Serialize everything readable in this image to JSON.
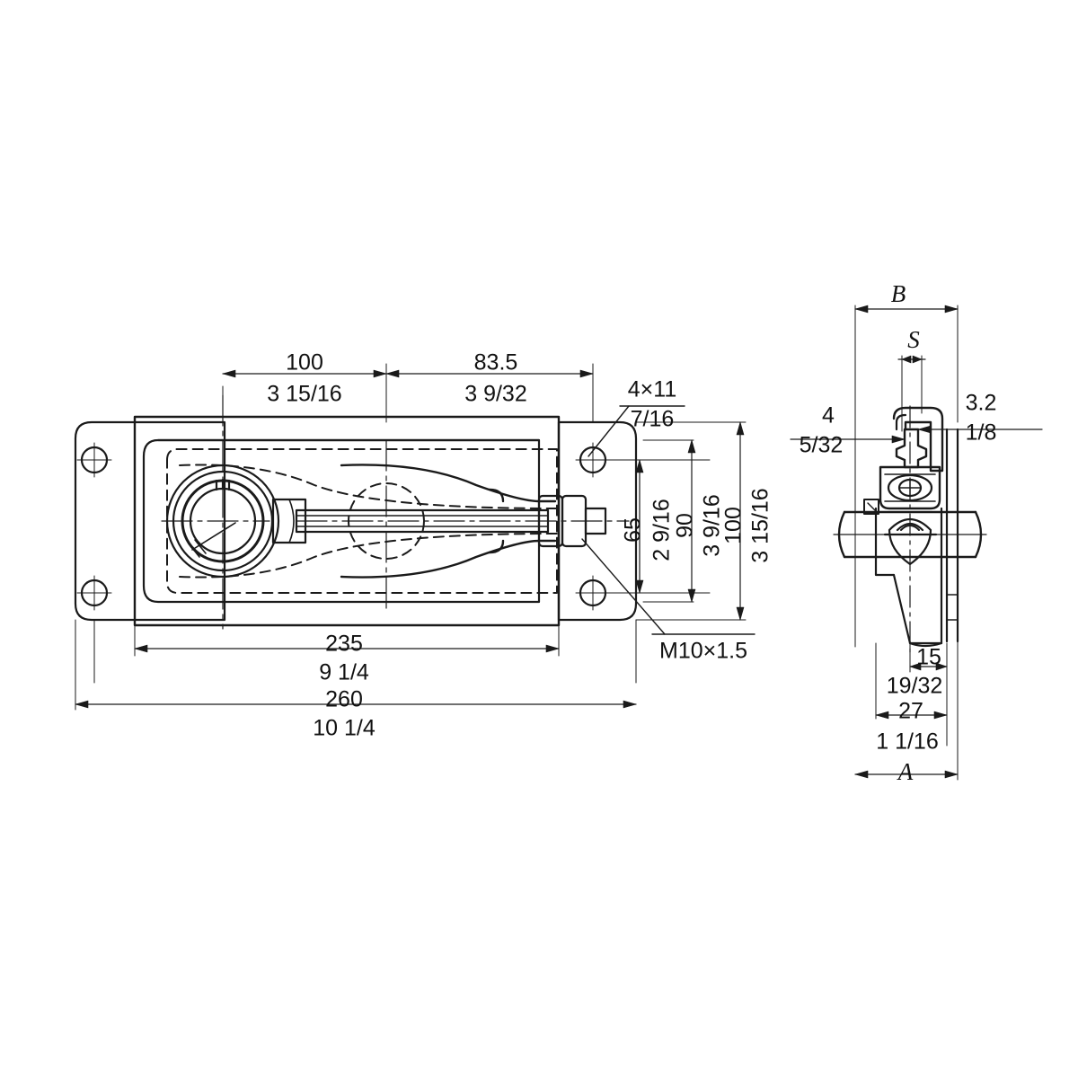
{
  "drawing": {
    "title": "Caster / Trolley Bracket Dimension Drawing",
    "type": "engineering-dimension-drawing",
    "line_color": "#1a1a1a",
    "background": "#ffffff",
    "views": [
      "front-view",
      "side-view"
    ]
  },
  "front_view": {
    "dimensions": {
      "top_left_mm": "100",
      "top_left_in": "3 15/16",
      "top_right_mm": "83.5",
      "top_right_in": "3 9/32",
      "bottom_inner_mm": "235",
      "bottom_inner_in": "9 1/4",
      "bottom_outer_mm": "260",
      "bottom_outer_in": "10 1/4",
      "right_65_mm": "65",
      "right_65_in": "2 9/16",
      "right_90_mm": "90",
      "right_90_in": "3 9/16",
      "right_100_mm": "100",
      "right_100_in": "3 15/16"
    },
    "callouts": {
      "holes_mm": "4×11",
      "holes_in": "7/16",
      "thread": "M10×1.5"
    }
  },
  "side_view": {
    "labels": {
      "width_B": "B",
      "slot_S": "S",
      "overall_A": "A"
    },
    "dimensions": {
      "left_4_mm": "4",
      "left_4_in": "5/32",
      "right_32_mm": "3.2",
      "right_32_in": "1/8",
      "bottom_15_mm": "15",
      "bottom_15_in": "19/32",
      "bottom_27_mm": "27",
      "bottom_27_in": "1 1/16"
    }
  }
}
